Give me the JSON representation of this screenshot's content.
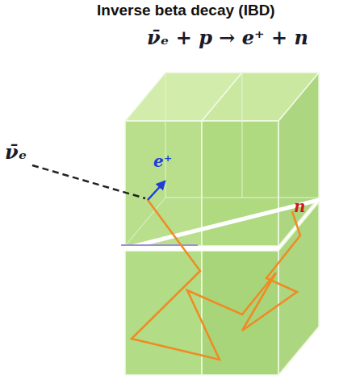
{
  "diagram": {
    "title": "Inverse beta decay (IBD)",
    "labels": [
      "ν̄ₑ + p → e⁺ + n",
      "ν̄ₑ",
      "e⁺",
      "n"
    ]
  }
}
